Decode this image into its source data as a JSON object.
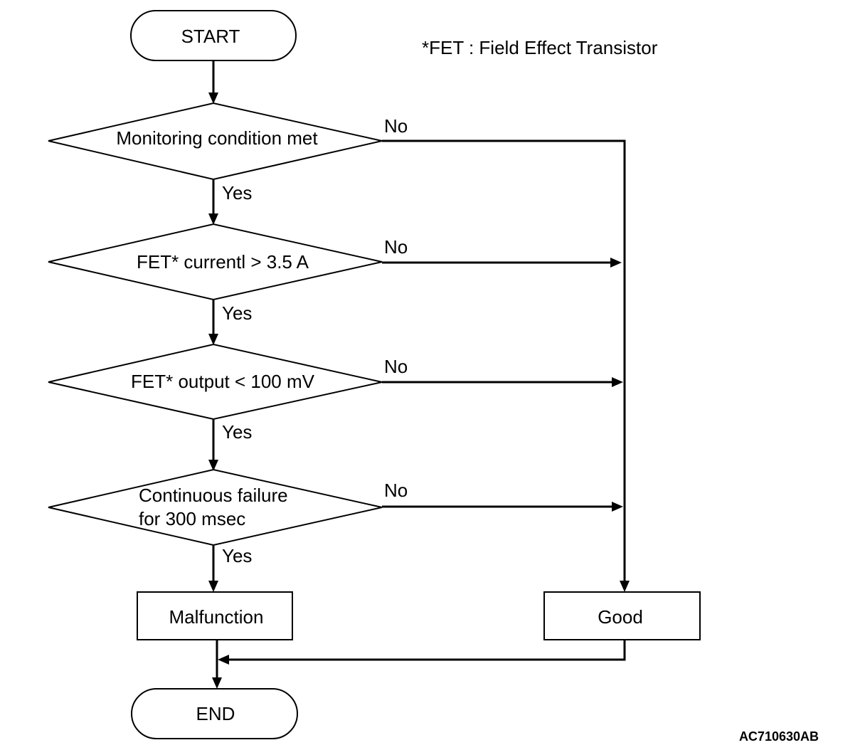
{
  "footnote": "*FET : Field Effect Transistor",
  "figure_code": "AC710630AB",
  "nodes": {
    "start": "START",
    "decision_1": "Monitoring condition met",
    "decision_2": "FET* currentl > 3.5 A",
    "decision_3": "FET* output < 100 mV",
    "decision_4_line_1": "Continuous failure",
    "decision_4_line_2": "for 300 msec",
    "malfunction": "Malfunction",
    "good": "Good",
    "end": "END"
  },
  "branch_labels": {
    "yes": "Yes",
    "no": "No"
  }
}
